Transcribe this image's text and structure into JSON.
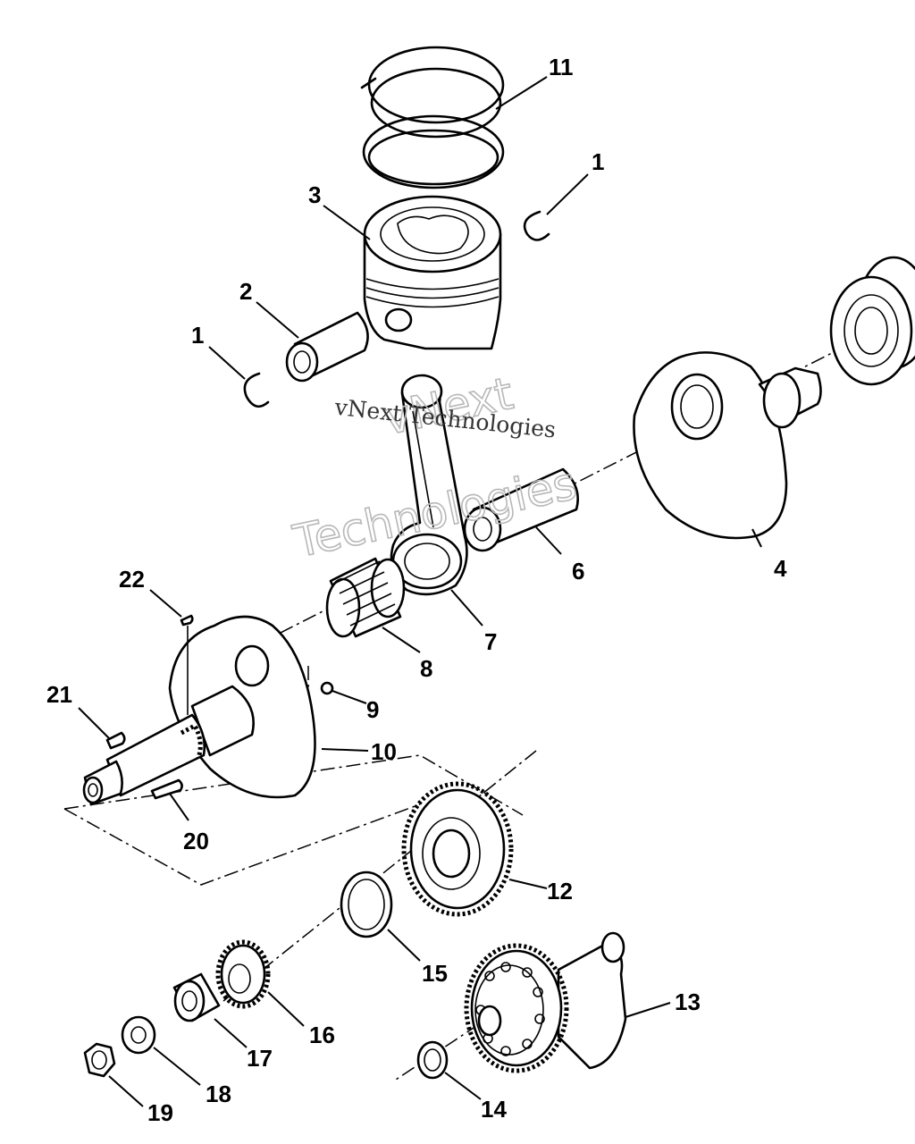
{
  "diagram": {
    "callouts": [
      {
        "id": "c1a",
        "text": "1"
      },
      {
        "id": "c1b",
        "text": "1"
      },
      {
        "id": "c2",
        "text": "2"
      },
      {
        "id": "c3",
        "text": "3"
      },
      {
        "id": "c4",
        "text": "4"
      },
      {
        "id": "c6",
        "text": "6"
      },
      {
        "id": "c7",
        "text": "7"
      },
      {
        "id": "c8",
        "text": "8"
      },
      {
        "id": "c9",
        "text": "9"
      },
      {
        "id": "c10",
        "text": "10"
      },
      {
        "id": "c11",
        "text": "11"
      },
      {
        "id": "c12",
        "text": "12"
      },
      {
        "id": "c13",
        "text": "13"
      },
      {
        "id": "c14",
        "text": "14"
      },
      {
        "id": "c15",
        "text": "15"
      },
      {
        "id": "c16",
        "text": "16"
      },
      {
        "id": "c17",
        "text": "17"
      },
      {
        "id": "c18",
        "text": "18"
      },
      {
        "id": "c19",
        "text": "19"
      },
      {
        "id": "c20",
        "text": "20"
      },
      {
        "id": "c21",
        "text": "21"
      },
      {
        "id": "c22",
        "text": "22"
      }
    ],
    "watermark": {
      "large_line1": "vNext",
      "large_line2": "Technologies",
      "small": "vNext Technologies"
    }
  }
}
